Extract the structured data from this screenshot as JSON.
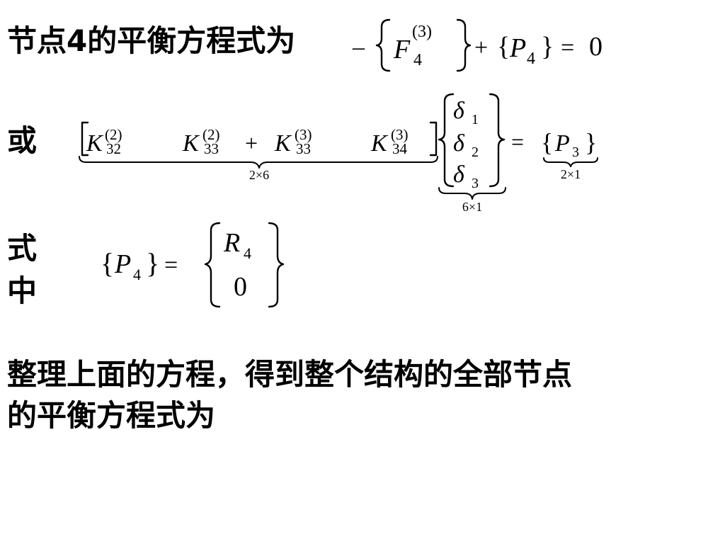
{
  "lines": {
    "line1_text": "节点4的平衡方程式为",
    "or_label": "或",
    "where_char1": "式",
    "where_char2": "中",
    "conclusion_line1": "整理上面的方程，得到整个结构的全部节点",
    "conclusion_line2": "的平衡方程式为"
  },
  "eq1": {
    "minus": "–",
    "F": "F",
    "F_sub": "4",
    "F_sup": "(3)",
    "plus": "+",
    "P": "P",
    "P_sub": "4",
    "equals": "=",
    "zero": "0"
  },
  "eq2": {
    "K": "K",
    "k1_sub": "32",
    "k1_sup": "(2)",
    "k2_sub": "33",
    "k2_sup": "(2)",
    "plus": "+",
    "k3_sub": "33",
    "k3_sup": "(3)",
    "k4_sub": "34",
    "k4_sup": "(3)",
    "delta": "δ",
    "d1_sub": "1",
    "d2_sub": "2",
    "d3_sub": "3",
    "equals": "=",
    "P": "P",
    "P_sub": "3",
    "dim_row": "2×6",
    "dim_col": "6×1",
    "dim_rhs": "2×1"
  },
  "eq3": {
    "P": "P",
    "P_sub": "4",
    "equals": "=",
    "R": "R",
    "R_sub": "4",
    "zero": "0"
  }
}
